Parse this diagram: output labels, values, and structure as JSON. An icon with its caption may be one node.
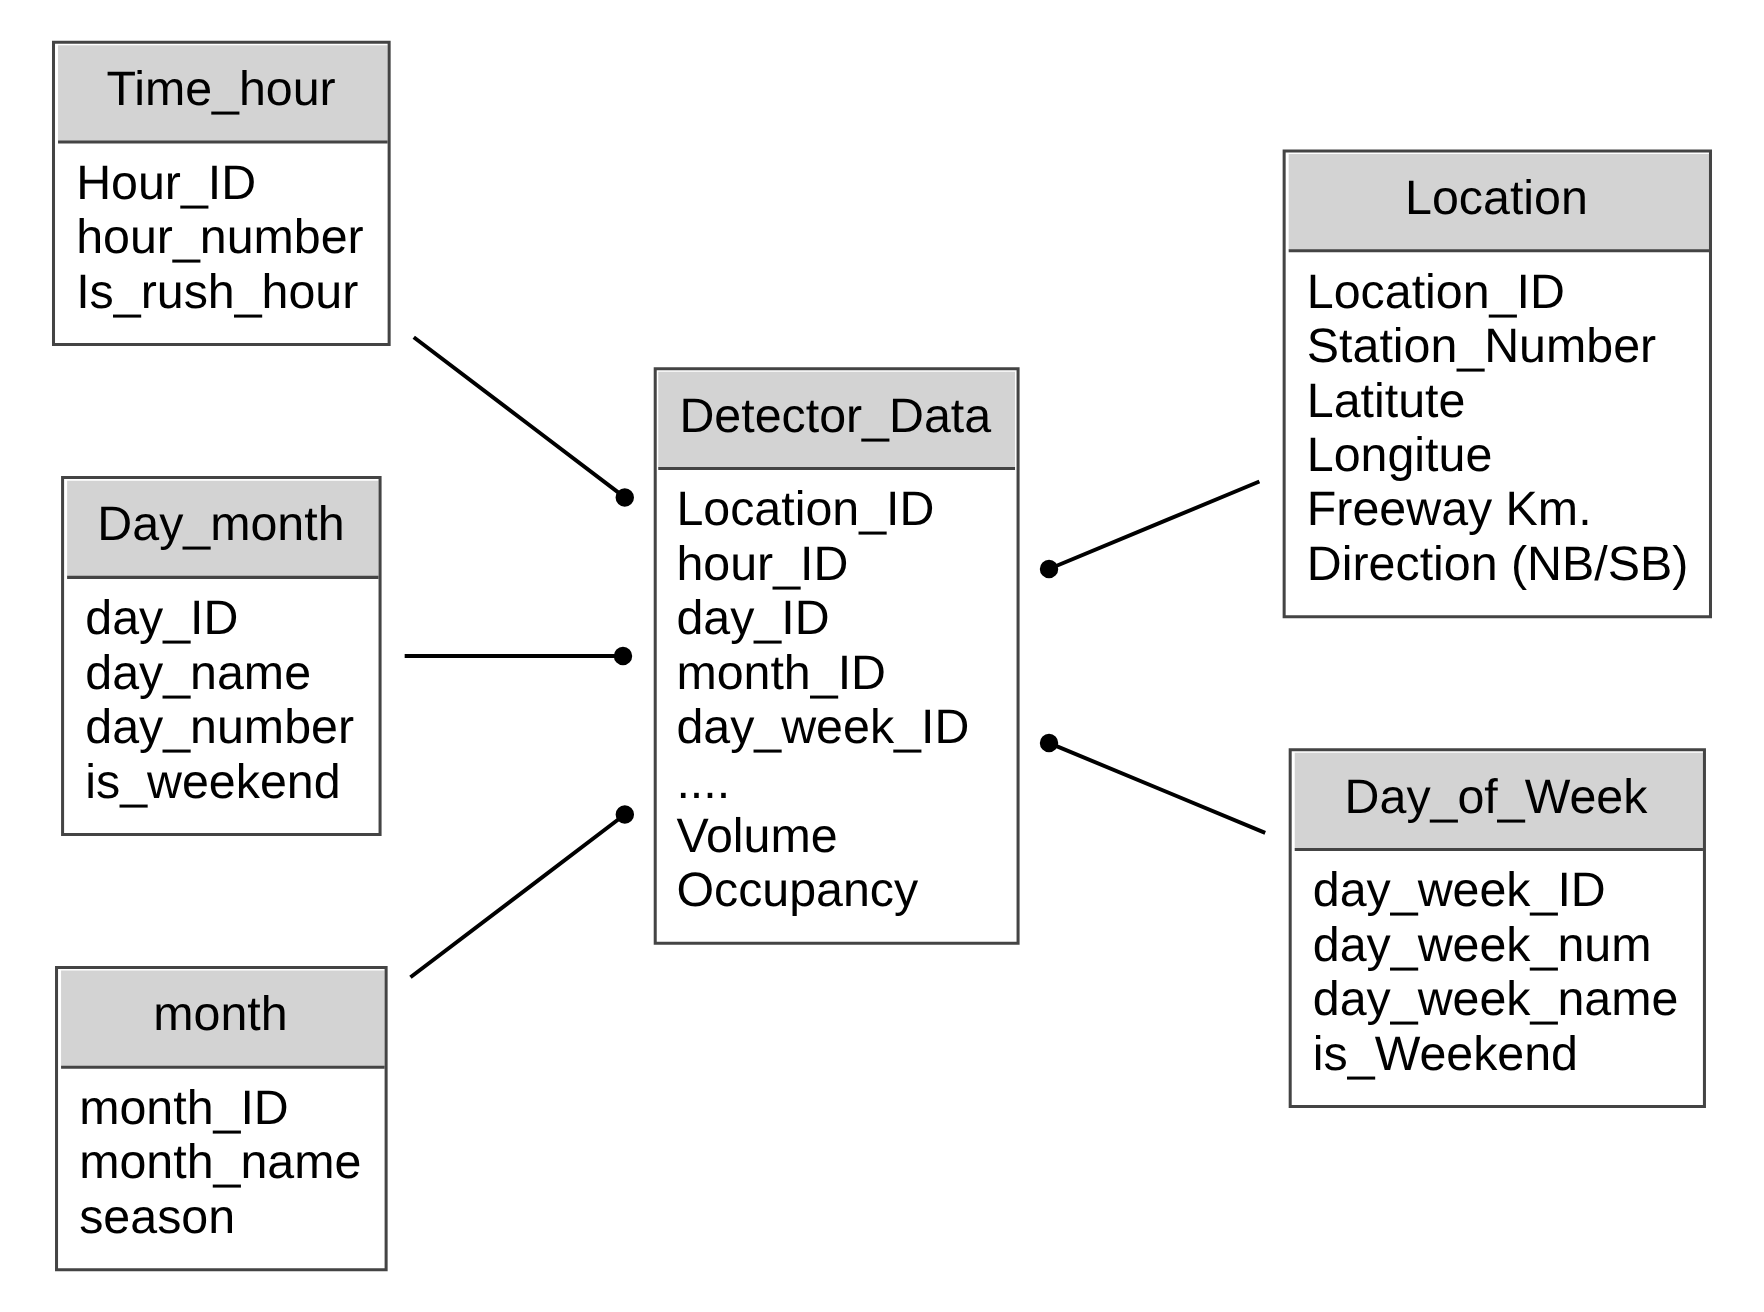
{
  "diagram": {
    "nodes": [
      {
        "text": [
          "Time_hour",
          "Hour_ID",
          "hour_number",
          "Is_rush_hour"
        ]
      },
      {
        "text": [
          "Day_month",
          "day_ID",
          "day_name",
          "day_number",
          "is_weekend"
        ]
      },
      {
        "text": [
          "month",
          "month_ID",
          "month_name",
          "season"
        ]
      },
      {
        "text": [
          "Detector_Data",
          "Location_ID",
          "hour_ID",
          "day_ID",
          "month_ID",
          "day_week_ID",
          "....",
          "Volume",
          "Occupancy"
        ]
      },
      {
        "text": [
          "Location",
          "Location_ID",
          "Station_Number",
          "Latitute",
          "Longitue",
          "Freeway Km.",
          "Direction (NB/SB)"
        ]
      },
      {
        "text": [
          "Day_of_Week",
          "day_week_ID",
          "day_week_num",
          "day_week_name",
          "is_Weekend"
        ]
      }
    ],
    "edges": [
      {
        "from": 0,
        "to": 3,
        "arrow": "other"
      },
      {
        "from": 1,
        "to": 3,
        "arrow": "other"
      },
      {
        "from": 2,
        "to": 3,
        "arrow": "other"
      },
      {
        "from": 4,
        "to": 3,
        "arrow": "other"
      },
      {
        "from": 5,
        "to": 3,
        "arrow": "other"
      }
    ]
  }
}
